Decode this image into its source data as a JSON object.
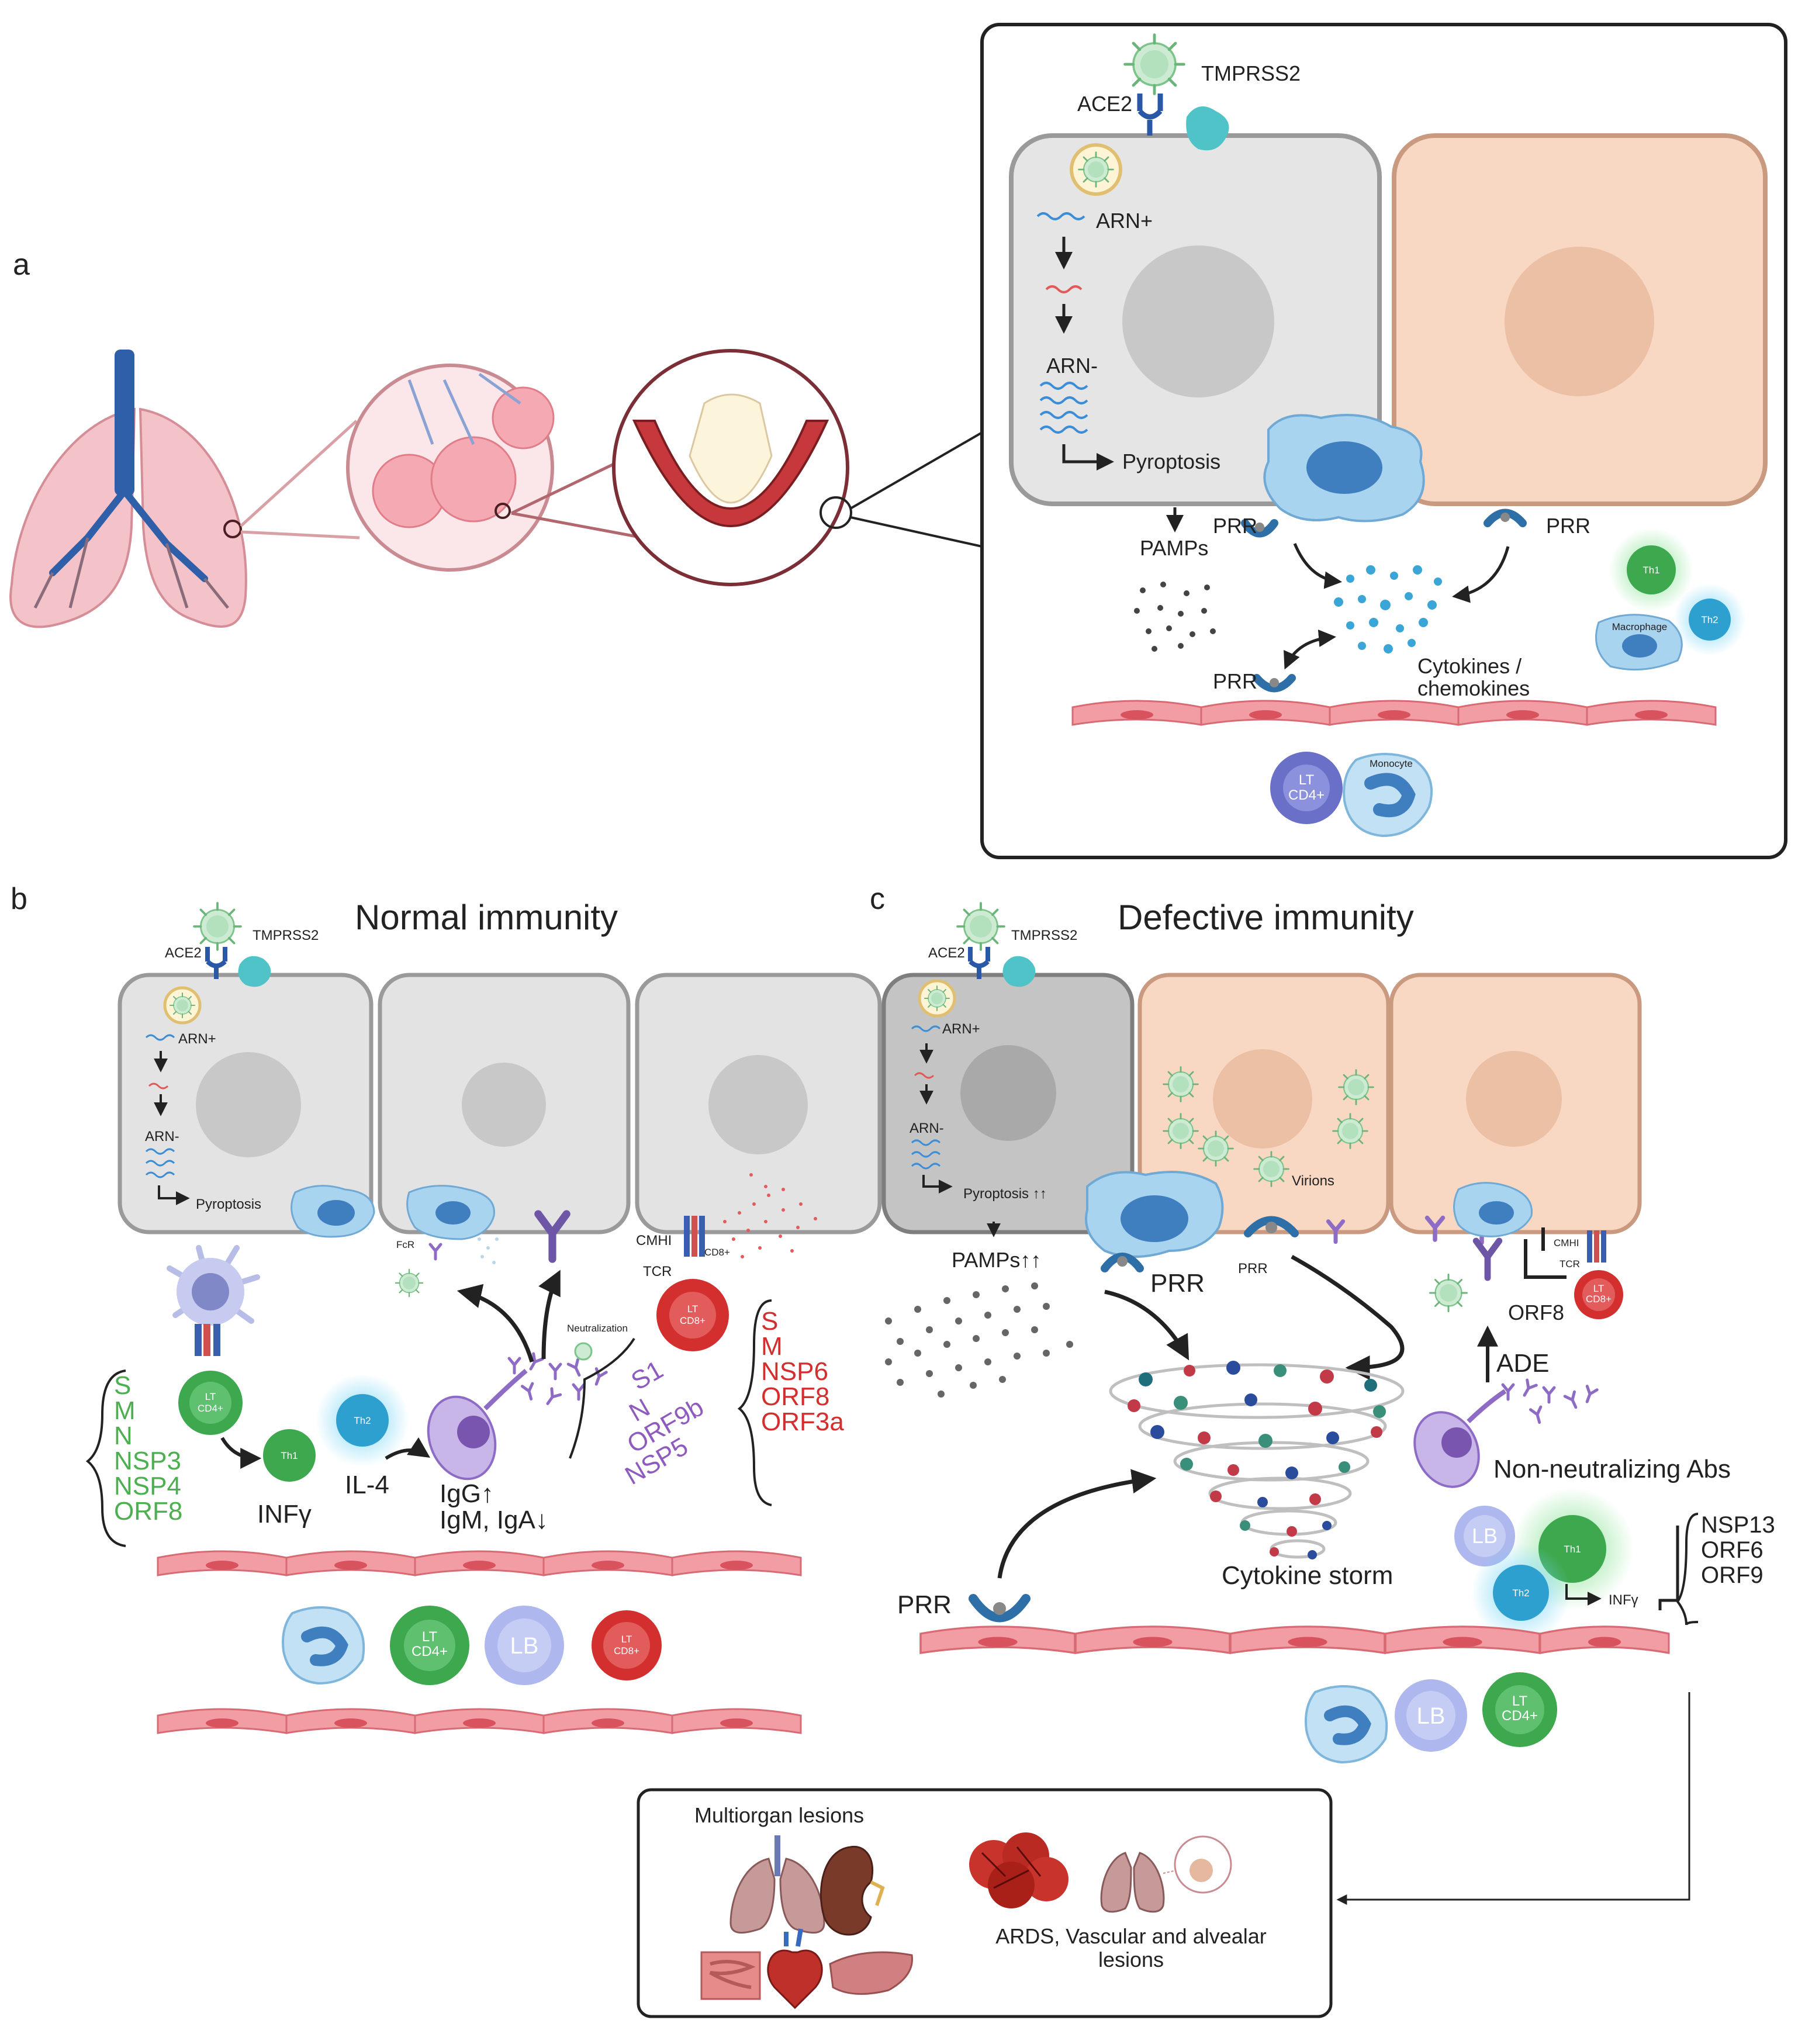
{
  "panels": {
    "a": "a",
    "b": "b",
    "c": "c"
  },
  "panel_a": {
    "receptors": {
      "ace2": "ACE2",
      "tmprss2": "TMPRSS2"
    },
    "rna_pos": "ARN+",
    "rna_neg": "ARN-",
    "pyroptosis": "Pyroptosis",
    "pamps": "PAMPs",
    "prr": "PRR",
    "cytokines": [
      "Cytokines /",
      "chemokines"
    ],
    "cells": {
      "th1": "Th1",
      "th2": "Th2",
      "macrophage": "Macrophage",
      "lt_cd4": [
        "LT",
        "CD4+"
      ],
      "monocyte": "Monocyte"
    }
  },
  "panel_b": {
    "title": "Normal immunity",
    "receptors": {
      "ace2": "ACE2",
      "tmprss2": "TMPRSS2"
    },
    "rna_pos": "ARN+",
    "rna_neg": "ARN-",
    "pyroptosis": "Pyroptosis",
    "fcr": "FcR",
    "cmhi": "CMHI",
    "tcr": "TCR",
    "cd8_small": "CD8+",
    "neutralization": "Neutralization",
    "cd4_antigens": [
      "S",
      "M",
      "N",
      "NSP3",
      "NSP4",
      "ORF8"
    ],
    "b_antigens": [
      "S1",
      "N",
      "ORF9b",
      "NSP5"
    ],
    "cd8_antigens": [
      "S",
      "M",
      "NSP6",
      "ORF8",
      "ORF3a"
    ],
    "infg": "INFγ",
    "il4": "IL-4",
    "igg": "IgG↑",
    "igm": "IgM, IgA↓",
    "th1": "Th1",
    "th2": "Th2",
    "lt_cd4": [
      "LT",
      "CD4+"
    ],
    "lt_cd8": [
      "LT",
      "CD8+"
    ],
    "lb": "LB"
  },
  "panel_c": {
    "title": "Defective  immunity",
    "receptors": {
      "ace2": "ACE2",
      "tmprss2": "TMPRSS2"
    },
    "rna_pos": "ARN+",
    "rna_neg": "ARN-",
    "pyroptosis": "Pyroptosis ↑↑",
    "pamps": "PAMPs↑↑",
    "prr": "PRR",
    "virions": "Virions",
    "cmhi": "CMHI",
    "tcr": "TCR",
    "orf8": "ORF8",
    "ade": "ADE",
    "non_neutralizing": "Non-neutralizing Abs",
    "cytokine_storm": "Cytokine storm",
    "infg": "INFγ",
    "inhibitors": [
      "NSP13",
      "ORF6",
      "ORF9"
    ],
    "lb": "LB",
    "th1": "Th1",
    "th2": "Th2",
    "lt_cd4": [
      "LT",
      "CD4+"
    ],
    "lt_cd8": [
      "LT",
      "CD8+"
    ]
  },
  "lesions": {
    "multiorgan": "Multiorgan lesions",
    "ards": [
      "ARDS, Vascular and alvealar",
      "lesions"
    ]
  },
  "colors": {
    "cell_grey": "#e3e3e3",
    "cell_peach": "#f9d8c4",
    "endothelium": "#f09aa0",
    "virus": "#bfe6c9",
    "ace2_blue": "#2b57a7",
    "tmprss2_teal": "#4fc3c8",
    "macrophage": "#a8d4f0",
    "green_label": "#4caf50",
    "red_label": "#d32f2f",
    "purple_label": "#8e5bbf"
  }
}
